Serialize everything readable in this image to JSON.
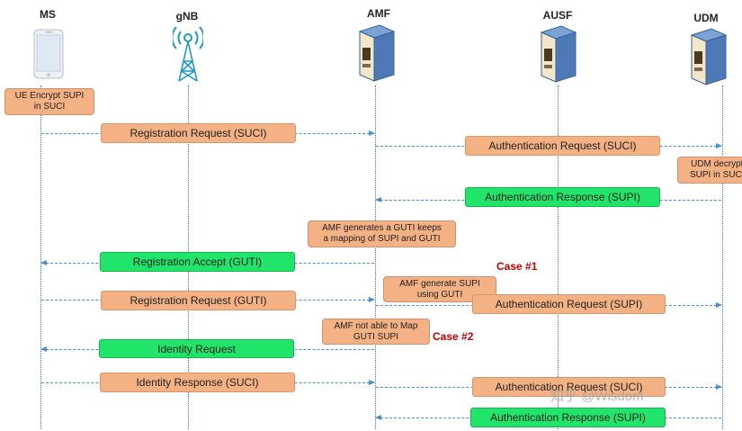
{
  "entities": [
    {
      "id": "ms",
      "label": "MS",
      "icon": "smartphone-icon"
    },
    {
      "id": "gnb",
      "label": "gNB",
      "icon": "antenna-tower-icon"
    },
    {
      "id": "amf",
      "label": "AMF",
      "icon": "server-icon"
    },
    {
      "id": "ausf",
      "label": "AUSF",
      "icon": "server-icon"
    },
    {
      "id": "udm",
      "label": "UDM",
      "icon": "server-icon"
    }
  ],
  "notes": [
    {
      "text": "UE Encrypt SUPI\nin SUCI"
    },
    {
      "text": "UDM decrypt\nSUPI in SUCI"
    },
    {
      "text": "AMF generates a GUTI keeps\na mapping of SUPI and GUTI"
    },
    {
      "text": "AMF  generate SUPI\nusing GUTI"
    },
    {
      "text": "AMF  not able to Map\nGUTI  SUPI"
    }
  ],
  "messages": [
    {
      "text": "Registration Request (SUCI)",
      "color": "orange",
      "from": "ms",
      "to": "amf"
    },
    {
      "text": "Authentication Request (SUCI)",
      "color": "orange",
      "from": "amf",
      "to": "udm"
    },
    {
      "text": "Authentication Response (SUPI)",
      "color": "green",
      "from": "udm",
      "to": "amf"
    },
    {
      "text": "Registration Accept (GUTI)",
      "color": "green",
      "from": "amf",
      "to": "ms"
    },
    {
      "text": "Registration Request (GUTI)",
      "color": "orange",
      "from": "ms",
      "to": "amf"
    },
    {
      "text": "Authentication Request (SUPI)",
      "color": "orange",
      "from": "amf",
      "to": "udm"
    },
    {
      "text": "Identity Request",
      "color": "green",
      "from": "amf",
      "to": "ms"
    },
    {
      "text": "Identity Response (SUCI)",
      "color": "orange",
      "from": "ms",
      "to": "amf"
    },
    {
      "text": "Authentication Request (SUCI)",
      "color": "orange",
      "from": "amf",
      "to": "udm"
    },
    {
      "text": "Authentication Response (SUPI)",
      "color": "green",
      "from": "udm",
      "to": "amf"
    }
  ],
  "cases": [
    {
      "text": "Case #1"
    },
    {
      "text": "Case #2"
    }
  ],
  "colors": {
    "orange": "#f4b183",
    "green": "#21e46b",
    "arrow": "#4a90c8",
    "case": "#c00000"
  },
  "watermark": "知乎 @Wisdom"
}
